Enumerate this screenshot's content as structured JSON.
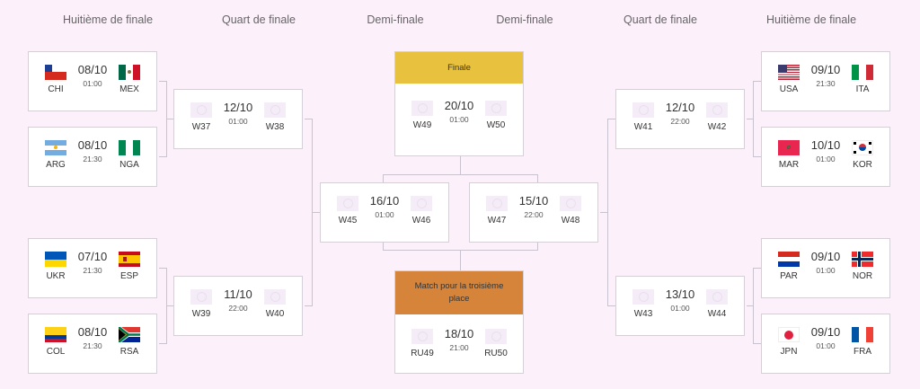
{
  "headers": [
    "Huitième de finale",
    "Quart de finale",
    "Demi-finale",
    "Demi-finale",
    "Quart de finale",
    "Huitième de finale"
  ],
  "colors": {
    "background": "#fcf0fb",
    "final_header": "#e8c23e",
    "third_place_header": "#d5843a",
    "connector": "#c9c3cf"
  },
  "left": {
    "round_of_16": [
      {
        "date": "08/10",
        "time": "01:00",
        "home": {
          "code": "CHI",
          "flag": "chile-flag"
        },
        "away": {
          "code": "MEX",
          "flag": "mexico-flag"
        }
      },
      {
        "date": "08/10",
        "time": "21:30",
        "home": {
          "code": "ARG",
          "flag": "argentina-flag"
        },
        "away": {
          "code": "NGA",
          "flag": "nigeria-flag"
        }
      },
      {
        "date": "07/10",
        "time": "21:30",
        "home": {
          "code": "UKR",
          "flag": "ukraine-flag"
        },
        "away": {
          "code": "ESP",
          "flag": "spain-flag"
        }
      },
      {
        "date": "08/10",
        "time": "21:30",
        "home": {
          "code": "COL",
          "flag": "colombia-flag"
        },
        "away": {
          "code": "RSA",
          "flag": "south-africa-flag"
        }
      }
    ],
    "quarter_finals": [
      {
        "date": "12/10",
        "time": "01:00",
        "home": "W37",
        "away": "W38"
      },
      {
        "date": "11/10",
        "time": "22:00",
        "home": "W39",
        "away": "W40"
      }
    ],
    "semi_final": {
      "date": "16/10",
      "time": "01:00",
      "home": "W45",
      "away": "W46"
    }
  },
  "right": {
    "round_of_16": [
      {
        "date": "09/10",
        "time": "21:30",
        "home": {
          "code": "USA",
          "flag": "usa-flag"
        },
        "away": {
          "code": "ITA",
          "flag": "italy-flag"
        }
      },
      {
        "date": "10/10",
        "time": "01:00",
        "home": {
          "code": "MAR",
          "flag": "morocco-flag"
        },
        "away": {
          "code": "KOR",
          "flag": "south-korea-flag"
        }
      },
      {
        "date": "09/10",
        "time": "01:00",
        "home": {
          "code": "PAR",
          "flag": "paraguay-flag"
        },
        "away": {
          "code": "NOR",
          "flag": "norway-flag"
        }
      },
      {
        "date": "09/10",
        "time": "01:00",
        "home": {
          "code": "JPN",
          "flag": "japan-flag"
        },
        "away": {
          "code": "FRA",
          "flag": "france-flag"
        }
      }
    ],
    "quarter_finals": [
      {
        "date": "12/10",
        "time": "22:00",
        "home": "W41",
        "away": "W42"
      },
      {
        "date": "13/10",
        "time": "01:00",
        "home": "W43",
        "away": "W44"
      }
    ],
    "semi_final": {
      "date": "15/10",
      "time": "22:00",
      "home": "W47",
      "away": "W48"
    }
  },
  "final": {
    "title": "Finale",
    "date": "20/10",
    "time": "01:00",
    "home": "W49",
    "away": "W50"
  },
  "third_place": {
    "title": "Match pour la troisième place",
    "date": "18/10",
    "time": "21:00",
    "home": "RU49",
    "away": "RU50"
  }
}
